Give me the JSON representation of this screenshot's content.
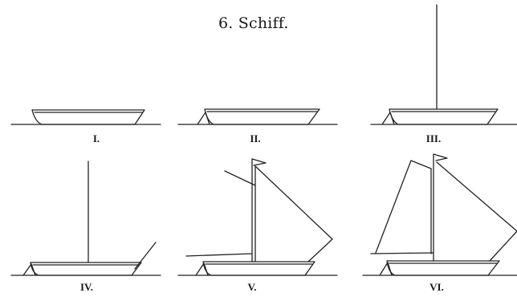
{
  "title": "6. Schiff.",
  "figures": [
    {
      "label": "I."
    },
    {
      "label": "II."
    },
    {
      "label": "III."
    },
    {
      "label": "IV."
    },
    {
      "label": "V."
    },
    {
      "label": "VI."
    }
  ]
}
